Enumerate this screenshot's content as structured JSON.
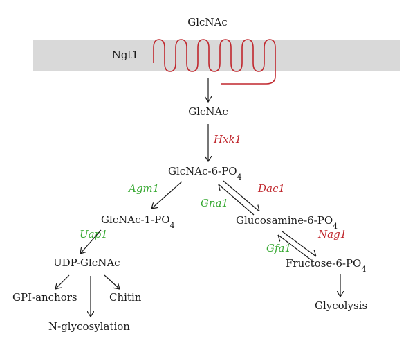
{
  "colors": {
    "membrane": "#d9d9d9",
    "transporter": "#c0272d",
    "enzyme_red": "#c0272d",
    "enzyme_green": "#3aaa35",
    "text": "#1a1a1a"
  },
  "transporter": {
    "label": "Ngt1"
  },
  "substrate_outside": "GlcNAc",
  "metabolites": {
    "glcnac_in": "GlcNAc",
    "glcnac6p": {
      "base": "GlcNAc-6-PO",
      "sub": "4"
    },
    "glcnac1p": {
      "base": "GlcNAc-1-PO",
      "sub": "4"
    },
    "glcn6p": {
      "base": "Glucosamine-6-PO",
      "sub": "4"
    },
    "udp_glcnac": "UDP-GlcNAc",
    "fru6p": {
      "base": "Fructose-6-PO",
      "sub": "4"
    },
    "gpi": "GPI-anchors",
    "chitin": "Chitin",
    "nglyc": "N-glycosylation",
    "glycolysis": "Glycolysis"
  },
  "enzymes": {
    "hxk1": "Hxk1",
    "agm1": "Agm1",
    "dac1": "Dac1",
    "gna1": "Gna1",
    "uap1": "Uap1",
    "nag1": "Nag1",
    "gfa1": "Gfa1"
  }
}
